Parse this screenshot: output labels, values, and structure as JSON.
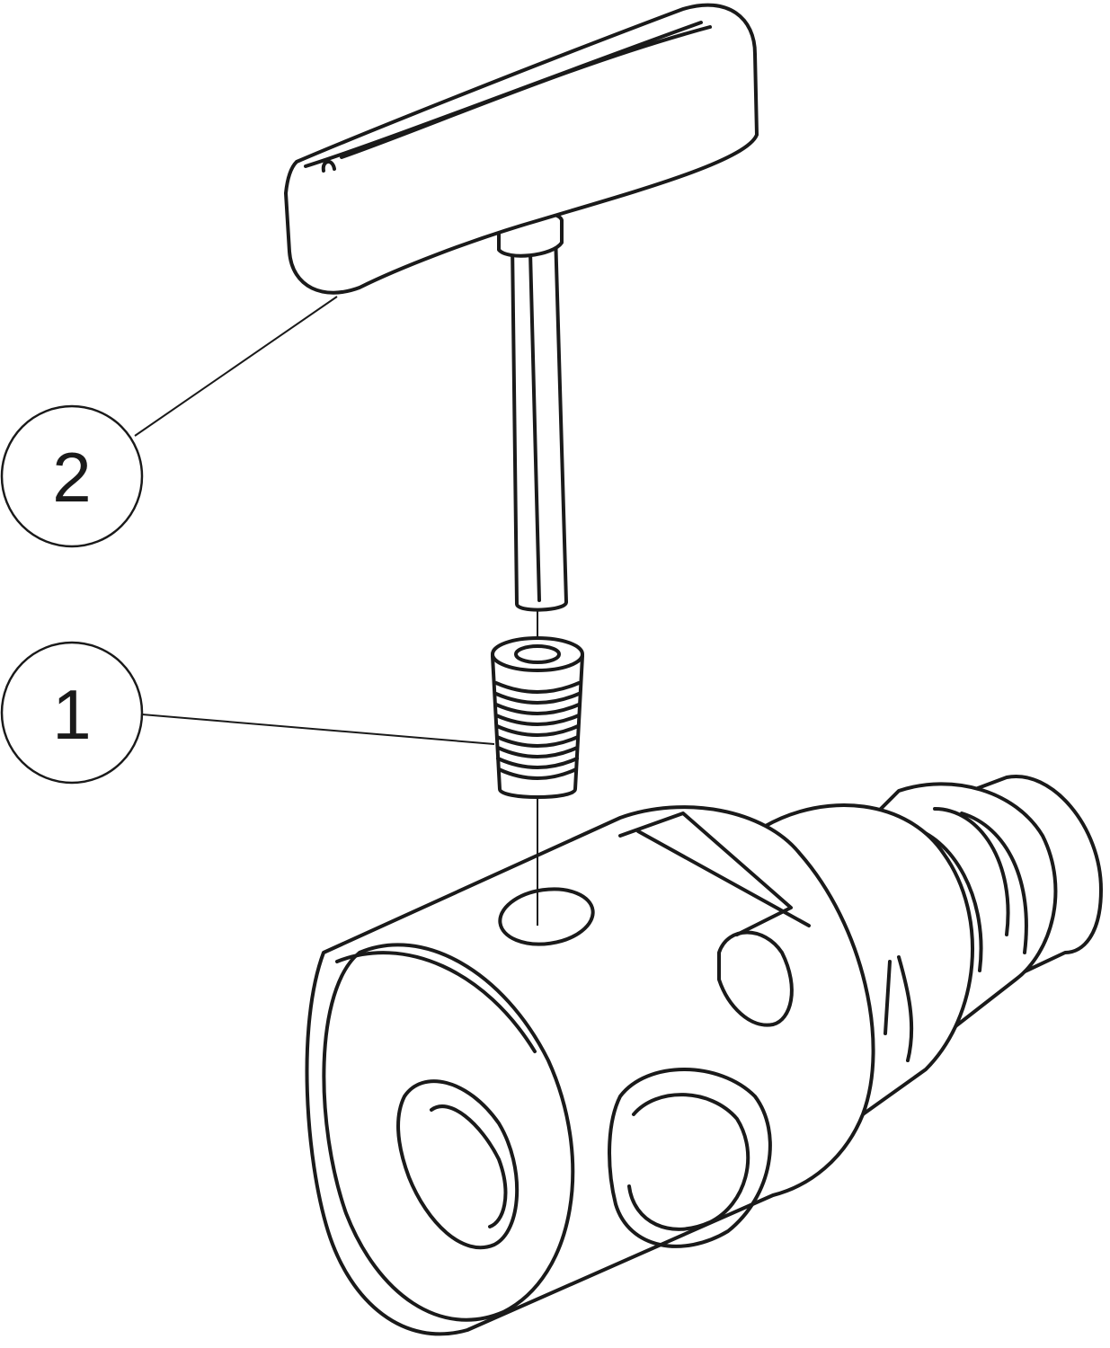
{
  "diagram": {
    "type": "exploded-parts-view",
    "callouts": [
      {
        "id": "1",
        "label": "1",
        "part": "set-screw"
      },
      {
        "id": "2",
        "label": "2",
        "part": "t-handle-key"
      }
    ]
  }
}
